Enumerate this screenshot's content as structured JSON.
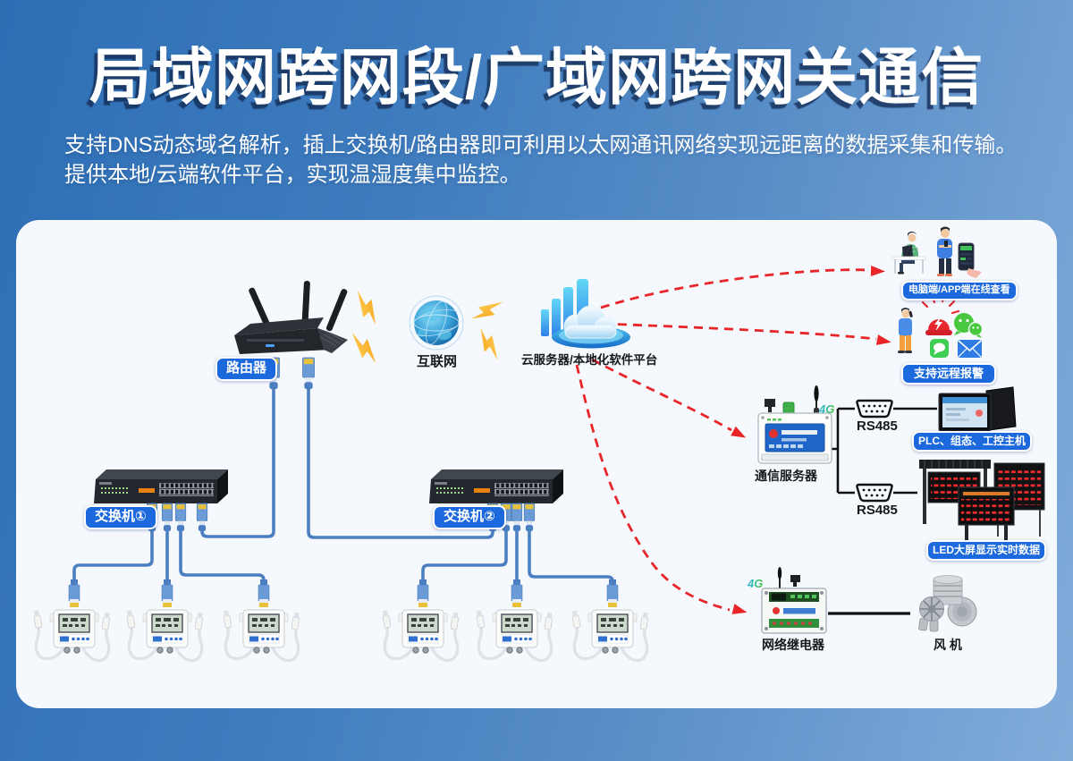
{
  "title": "局域网跨网段/广域网跨网关通信",
  "description": {
    "line1": "支持DNS动态域名解析，插上交换机/路由器即可利用以太网通讯网络实现远距离的数据采集和传输。",
    "line2": "提供本地/云端软件平台，实现温湿度集中监控。"
  },
  "labels": {
    "router": "路由器",
    "internet": "互联网",
    "cloud": "云服务器/本地化软件平台",
    "switch1": "交换机①",
    "switch2": "交换机②",
    "pc_app": "电脑端/APP端在线查看",
    "alarm": "支持远程报警",
    "comm_server": "通信服务器",
    "rs485_1": "RS485",
    "rs485_2": "RS485",
    "plc": "PLC、组态、工控主机",
    "led": "LED大屏显示实时数据",
    "relay": "网络继电器",
    "fan": "风 机",
    "g4_server": "4G",
    "g4_relay": "4G"
  },
  "colors": {
    "badge_blue": "#1b69dd",
    "arrow_red": "#e8262a",
    "cable_blue": "#4c7fc2",
    "bolt_yellow": "#f9a825",
    "panel_bg": "#f5f9fd"
  }
}
